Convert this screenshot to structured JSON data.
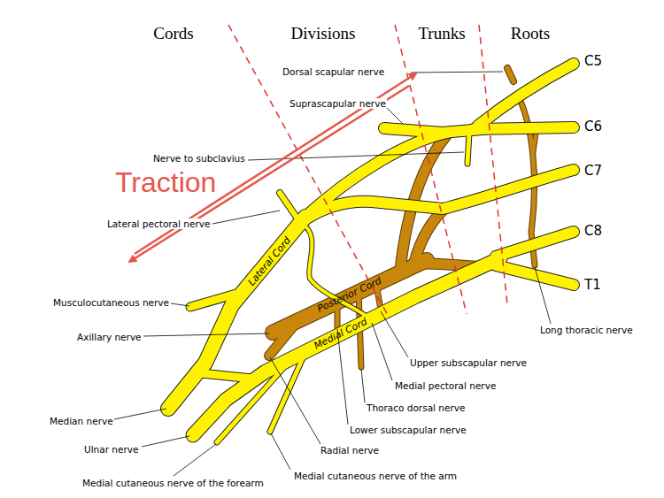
{
  "diagram": {
    "labels": [
      "Cords",
      "Divisions",
      "Trunks",
      "Roots",
      "C5",
      "C6",
      "C7",
      "C8",
      "T1",
      "Dorsal scapular nerve",
      "Suprascapular nerve",
      "Nerve to subclavius",
      "Traction",
      "Lateral pectoral nerve",
      "Lateral Cord",
      "Posterior Cord",
      "Medial Cord",
      "Musculocutaneous nerve",
      "Axillary nerve",
      "Median nerve",
      "Ulnar nerve",
      "Medial cutaneous nerve of the forearm",
      "Medial cutaneous nerve of the arm",
      "Radial nerve",
      "Lower subscapular nerve",
      "Thoraco dorsal nerve",
      "Medial pectoral nerve",
      "Upper subscapular nerve",
      "Long thoracic nerve"
    ]
  }
}
